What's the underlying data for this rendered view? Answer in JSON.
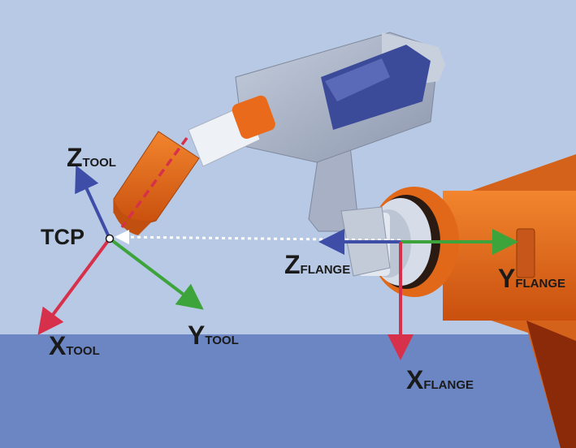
{
  "labels": {
    "tcp": "TCP",
    "z_tool": {
      "main": "Z",
      "sub": "TOOL"
    },
    "x_tool": {
      "main": "X",
      "sub": "TOOL"
    },
    "y_tool": {
      "main": "Y",
      "sub": "TOOL"
    },
    "z_flange": {
      "main": "Z",
      "sub": "FLANGE"
    },
    "y_flange": {
      "main": "Y",
      "sub": "FLANGE"
    },
    "x_flange": {
      "main": "X",
      "sub": "FLANGE"
    }
  },
  "colors": {
    "background": "#b7c9e4",
    "floor": "#6c86c4",
    "robot_orange": "#e8661a",
    "x_axis": "#d6304a",
    "y_axis": "#3ca43a",
    "z_axis": "#3e4ea8",
    "tool_direction": "#ffffff"
  }
}
